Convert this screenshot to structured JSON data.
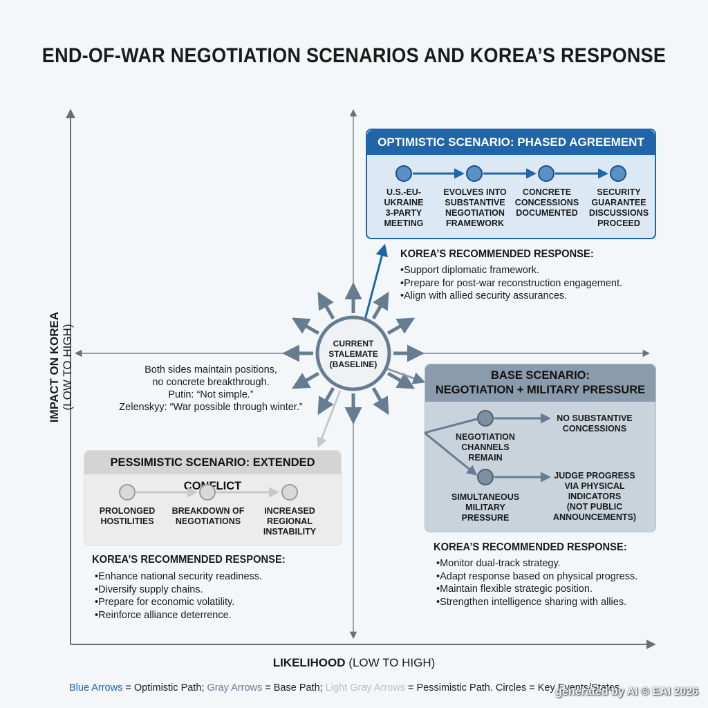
{
  "title": "END-OF-WAR NEGOTIATION SCENARIOS AND KOREA’S RESPONSE",
  "axes": {
    "y_bold": "IMPACT ON KOREA",
    "y_light": "(LOW TO HIGH)",
    "x_bold": "LIKELIHOOD",
    "x_light": "(LOW TO HIGH)"
  },
  "center": {
    "label_line1": "CURRENT",
    "label_line2": "STALEMATE",
    "label_line3": "(BASELINE)",
    "note": [
      "Both sides maintain positions,",
      "no concrete breakthrough.",
      "Putin: “Not simple.”",
      "Zelenskyy: “War possible through winter.”"
    ]
  },
  "optimistic": {
    "title": "OPTIMISTIC SCENARIO: PHASED AGREEMENT",
    "steps": [
      {
        "label": "U.S.-EU-\nUKRAINE\n3-PARTY\nMEETING"
      },
      {
        "label": "EVOLVES INTO\nSUBSTANTIVE\nNEGOTIATION\nFRAMEWORK"
      },
      {
        "label": "CONCRETE\nCONCESSIONS\nDOCUMENTED"
      },
      {
        "label": "SECURITY\nGUARANTEE\nDISCUSSIONS\nPROCEED"
      }
    ],
    "response_title": "KOREA’S RECOMMENDED RESPONSE:",
    "response_items": [
      "Support diplomatic framework.",
      "Prepare for post-war reconstruction engagement.",
      "Align with allied security assurances."
    ]
  },
  "base": {
    "title_line1": "BASE SCENARIO:",
    "title_line2": "NEGOTIATION + MILITARY PRESSURE",
    "steps": [
      {
        "label": "NEGOTIATION\nCHANNELS\nREMAIN"
      },
      {
        "label": "NO SUBSTANTIVE\nCONCESSIONS"
      },
      {
        "label": "SIMULTANEOUS\nMILITARY\nPRESSURE"
      },
      {
        "label": "JUDGE PROGRESS\nVIA PHYSICAL\nINDICATORS\n(NOT PUBLIC\nANNOUNCEMENTS)"
      }
    ],
    "response_title": "KOREA’S RECOMMENDED RESPONSE:",
    "response_items": [
      "Monitor dual-track strategy.",
      "Adapt response based on physical progress.",
      "Maintain flexible strategic position.",
      "Strengthen intelligence sharing with allies."
    ]
  },
  "pessimistic": {
    "title": "PESSIMISTIC SCENARIO: EXTENDED CONFLICT",
    "steps": [
      {
        "label": "PROLONGED\nHOSTILITIES"
      },
      {
        "label": "BREAKDOWN OF\nNEGOTIATIONS"
      },
      {
        "label": "INCREASED\nREGIONAL\nINSTABILITY"
      }
    ],
    "response_title": "KOREA’S RECOMMENDED RESPONSE:",
    "response_items": [
      "Enhance national security readiness.",
      "Diversify supply chains.",
      "Prepare for economic volatility.",
      "Reinforce alliance deterrence."
    ]
  },
  "legend": {
    "blue_key": "Blue Arrows",
    "blue_text": " = Optimistic Path; ",
    "gray_key": "Gray Arrows",
    "gray_text": " = Base Path; ",
    "light_key": "Light Gray Arrows",
    "light_text": " = Pessimistic Path. Circles = Key Events/States."
  },
  "watermark": "generated by AI © EAI 2026",
  "colors": {
    "blue": "#1f65a8",
    "blue_light": "#dce9f5",
    "slate": "#667c91",
    "slate_panel": "#c9d3dc",
    "slate_head": "#8a9bac",
    "light_gray": "#c8c8c8",
    "pess_panel": "#ececec",
    "pess_head": "#d4d4d4"
  }
}
